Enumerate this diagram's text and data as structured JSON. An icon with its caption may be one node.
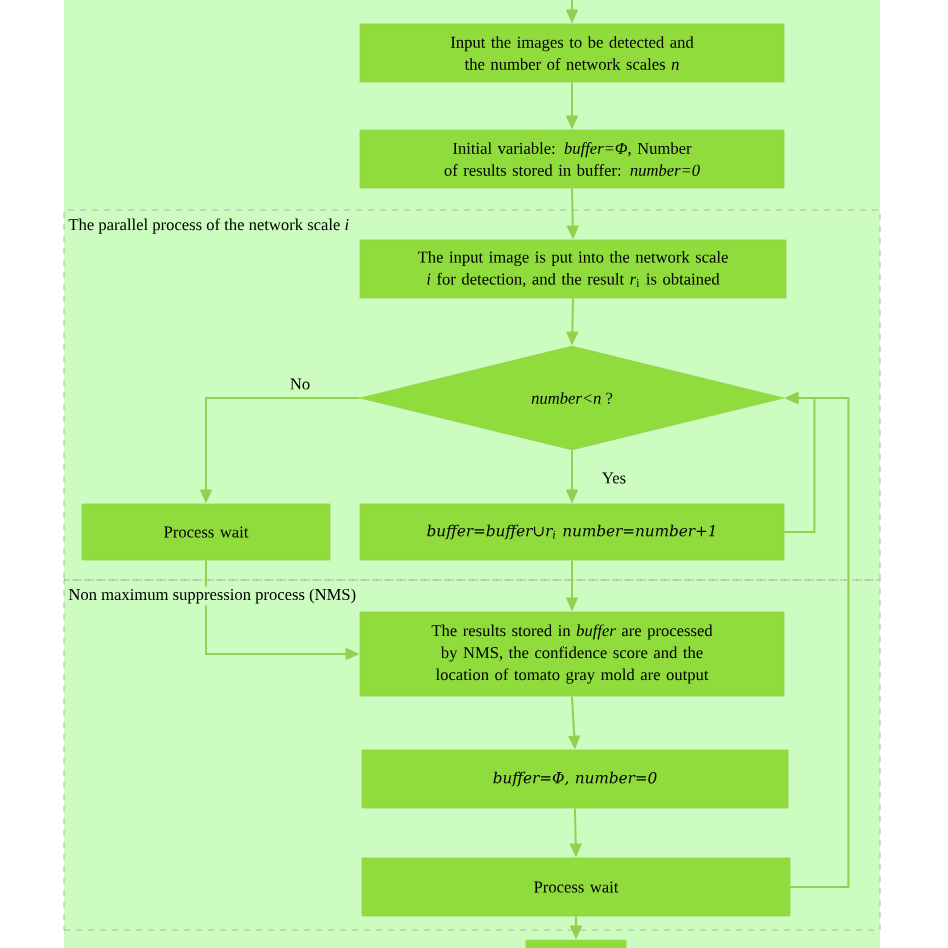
{
  "diagram": {
    "nodes": [
      {
        "text": [
          "Input the images to be detected and the number of network scales *n*"
        ]
      },
      {
        "text": [
          "Initial variable: *buffer=Φ*, Number of results stored in buffer: *number=0*"
        ]
      },
      {
        "text": [
          "The parallel process of the network scale *i*"
        ]
      },
      {
        "text": [
          "The input image is put into the network scale *i* for detection, and the result *r*$_{i}$ is obtained"
        ],
        "in": 2
      },
      {
        "text": [
          "*number<n* ?"
        ],
        "in": 2
      },
      {
        "text": [
          "Process wait"
        ],
        "in": 2
      },
      {
        "text": [
          "buffer=buffer∪r$_{i}$ number=number+1"
        ],
        "in": 2
      },
      {
        "text": [
          "Non maximum suppression process (NMS)"
        ]
      },
      {
        "text": [
          "The results stored in *buffer* are processed by NMS, the confidence score and the location of tomato gray mold are output"
        ],
        "in": 7
      },
      {
        "text": [
          "buffer=Φ, number=0"
        ],
        "in": 7
      },
      {
        "text": [
          "Process wait"
        ],
        "in": 7
      },
      {
        "text": [],
        "shape": "box"
      }
    ],
    "edges": [
      {
        "from": null,
        "to": 0,
        "arrow": "to"
      },
      {
        "from": 0,
        "to": 1,
        "arrow": "to"
      },
      {
        "from": 1,
        "to": 3,
        "arrow": "to"
      },
      {
        "from": 3,
        "to": 4,
        "arrow": "to"
      },
      {
        "from": 4,
        "to": 5,
        "arrow": "to",
        "label": "No"
      },
      {
        "from": 4,
        "to": 6,
        "arrow": "to",
        "label": "Yes"
      },
      {
        "from": 6,
        "to": 4,
        "arrow": "to"
      },
      {
        "from": 5,
        "to": 8,
        "arrow": "to"
      },
      {
        "from": 6,
        "to": 8,
        "arrow": "to"
      },
      {
        "from": 8,
        "to": 9,
        "arrow": "to"
      },
      {
        "from": 9,
        "to": 10,
        "arrow": "to"
      },
      {
        "from": 10,
        "to": 4,
        "arrow": "to"
      },
      {
        "from": 10,
        "to": 11,
        "arrow": "to"
      }
    ]
  }
}
